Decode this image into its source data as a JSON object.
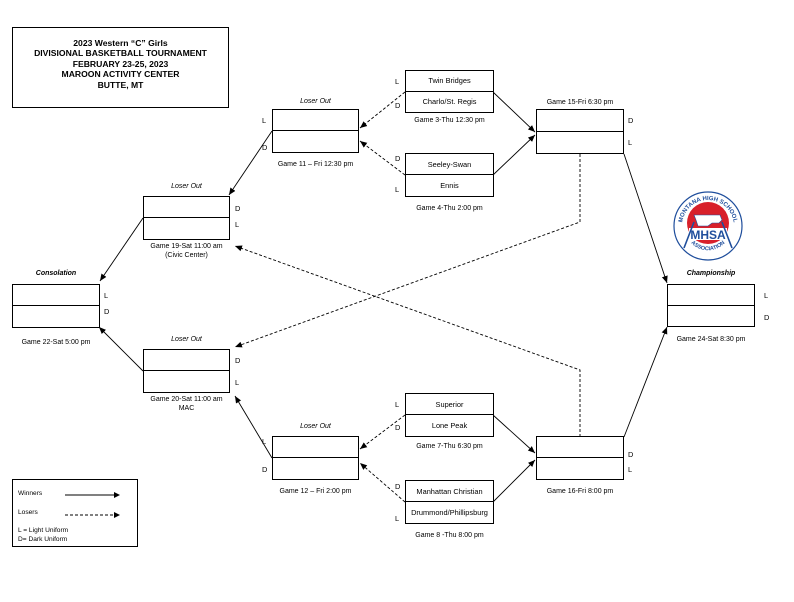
{
  "title": {
    "lines": [
      "2023 Western “C” Girls",
      "DIVISIONAL BASKETBALL TOURNAMENT",
      "FEBRUARY 23-25, 2023",
      "MAROON ACTIVITY CENTER",
      "BUTTE, MT"
    ]
  },
  "games": {
    "g3": {
      "caption": "Game 3-Thu 12:30 pm",
      "top_team": "Twin Bridges",
      "bottom_team": "Charlo/St. Regis",
      "top_uniform": "L",
      "bottom_uniform": "D"
    },
    "g4": {
      "caption": "Game 4-Thu 2:00 pm",
      "top_team": "Seeley-Swan",
      "bottom_team": "Ennis",
      "top_uniform": "D",
      "bottom_uniform": "L"
    },
    "g7": {
      "caption": "Game 7-Thu 6:30 pm",
      "top_team": "Superior",
      "bottom_team": "Lone Peak",
      "top_uniform": "L",
      "bottom_uniform": "D"
    },
    "g8": {
      "caption": "Game 8 -Thu 8:00 pm",
      "top_team": "Manhattan Christian",
      "bottom_team": "Drummond/Phillipsburg",
      "top_uniform": "D",
      "bottom_uniform": "L"
    },
    "g11": {
      "header": "Loser Out",
      "caption": "Game 11 – Fri 12:30 pm",
      "top_uniform": "L",
      "bottom_uniform": "D"
    },
    "g12": {
      "header": "Loser Out",
      "caption": "Game 12 – Fri 2:00 pm",
      "top_uniform": "L",
      "bottom_uniform": "D"
    },
    "g15": {
      "caption": "Game 15-Fri 6:30 pm",
      "top_uniform": "D",
      "bottom_uniform": "L"
    },
    "g16": {
      "caption": "Game 16-Fri 8:00 pm",
      "top_uniform": "D",
      "bottom_uniform": "L"
    },
    "g19": {
      "header": "Loser Out",
      "caption": "Game 19-Sat 11:00 am",
      "caption2": "(Civic Center)",
      "top_uniform": "D",
      "bottom_uniform": "L"
    },
    "g20": {
      "header": "Loser Out",
      "caption": "Game 20-Sat 11:00 am",
      "caption2": "MAC",
      "top_uniform": "D",
      "bottom_uniform": "L"
    },
    "g22": {
      "header": "Consolation",
      "caption": "Game 22-Sat 5:00 pm",
      "top_uniform": "L",
      "bottom_uniform": "D"
    },
    "g24": {
      "header": "Championship",
      "caption": "Game 24-Sat 8:30 pm",
      "top_uniform": "L",
      "bottom_uniform": "D"
    }
  },
  "legend": {
    "winners": "Winners",
    "losers": "Losers",
    "light": "L = Light Uniform",
    "dark": "D= Dark Uniform"
  },
  "logo": {
    "arc_text": "MONTANA HIGH SCHOOL",
    "main_text": "MHSA",
    "bottom_text": "ASSOCIATION",
    "colors": {
      "red": "#d8202a",
      "blue": "#1f4e9c"
    }
  }
}
